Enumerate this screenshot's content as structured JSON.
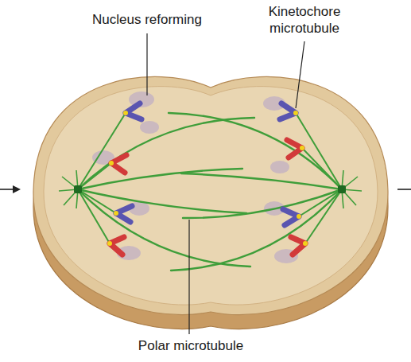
{
  "diagram": {
    "labels": [
      "Nucleus reforming",
      "Kinetochore microtubule",
      "Polar microtubule"
    ]
  }
}
